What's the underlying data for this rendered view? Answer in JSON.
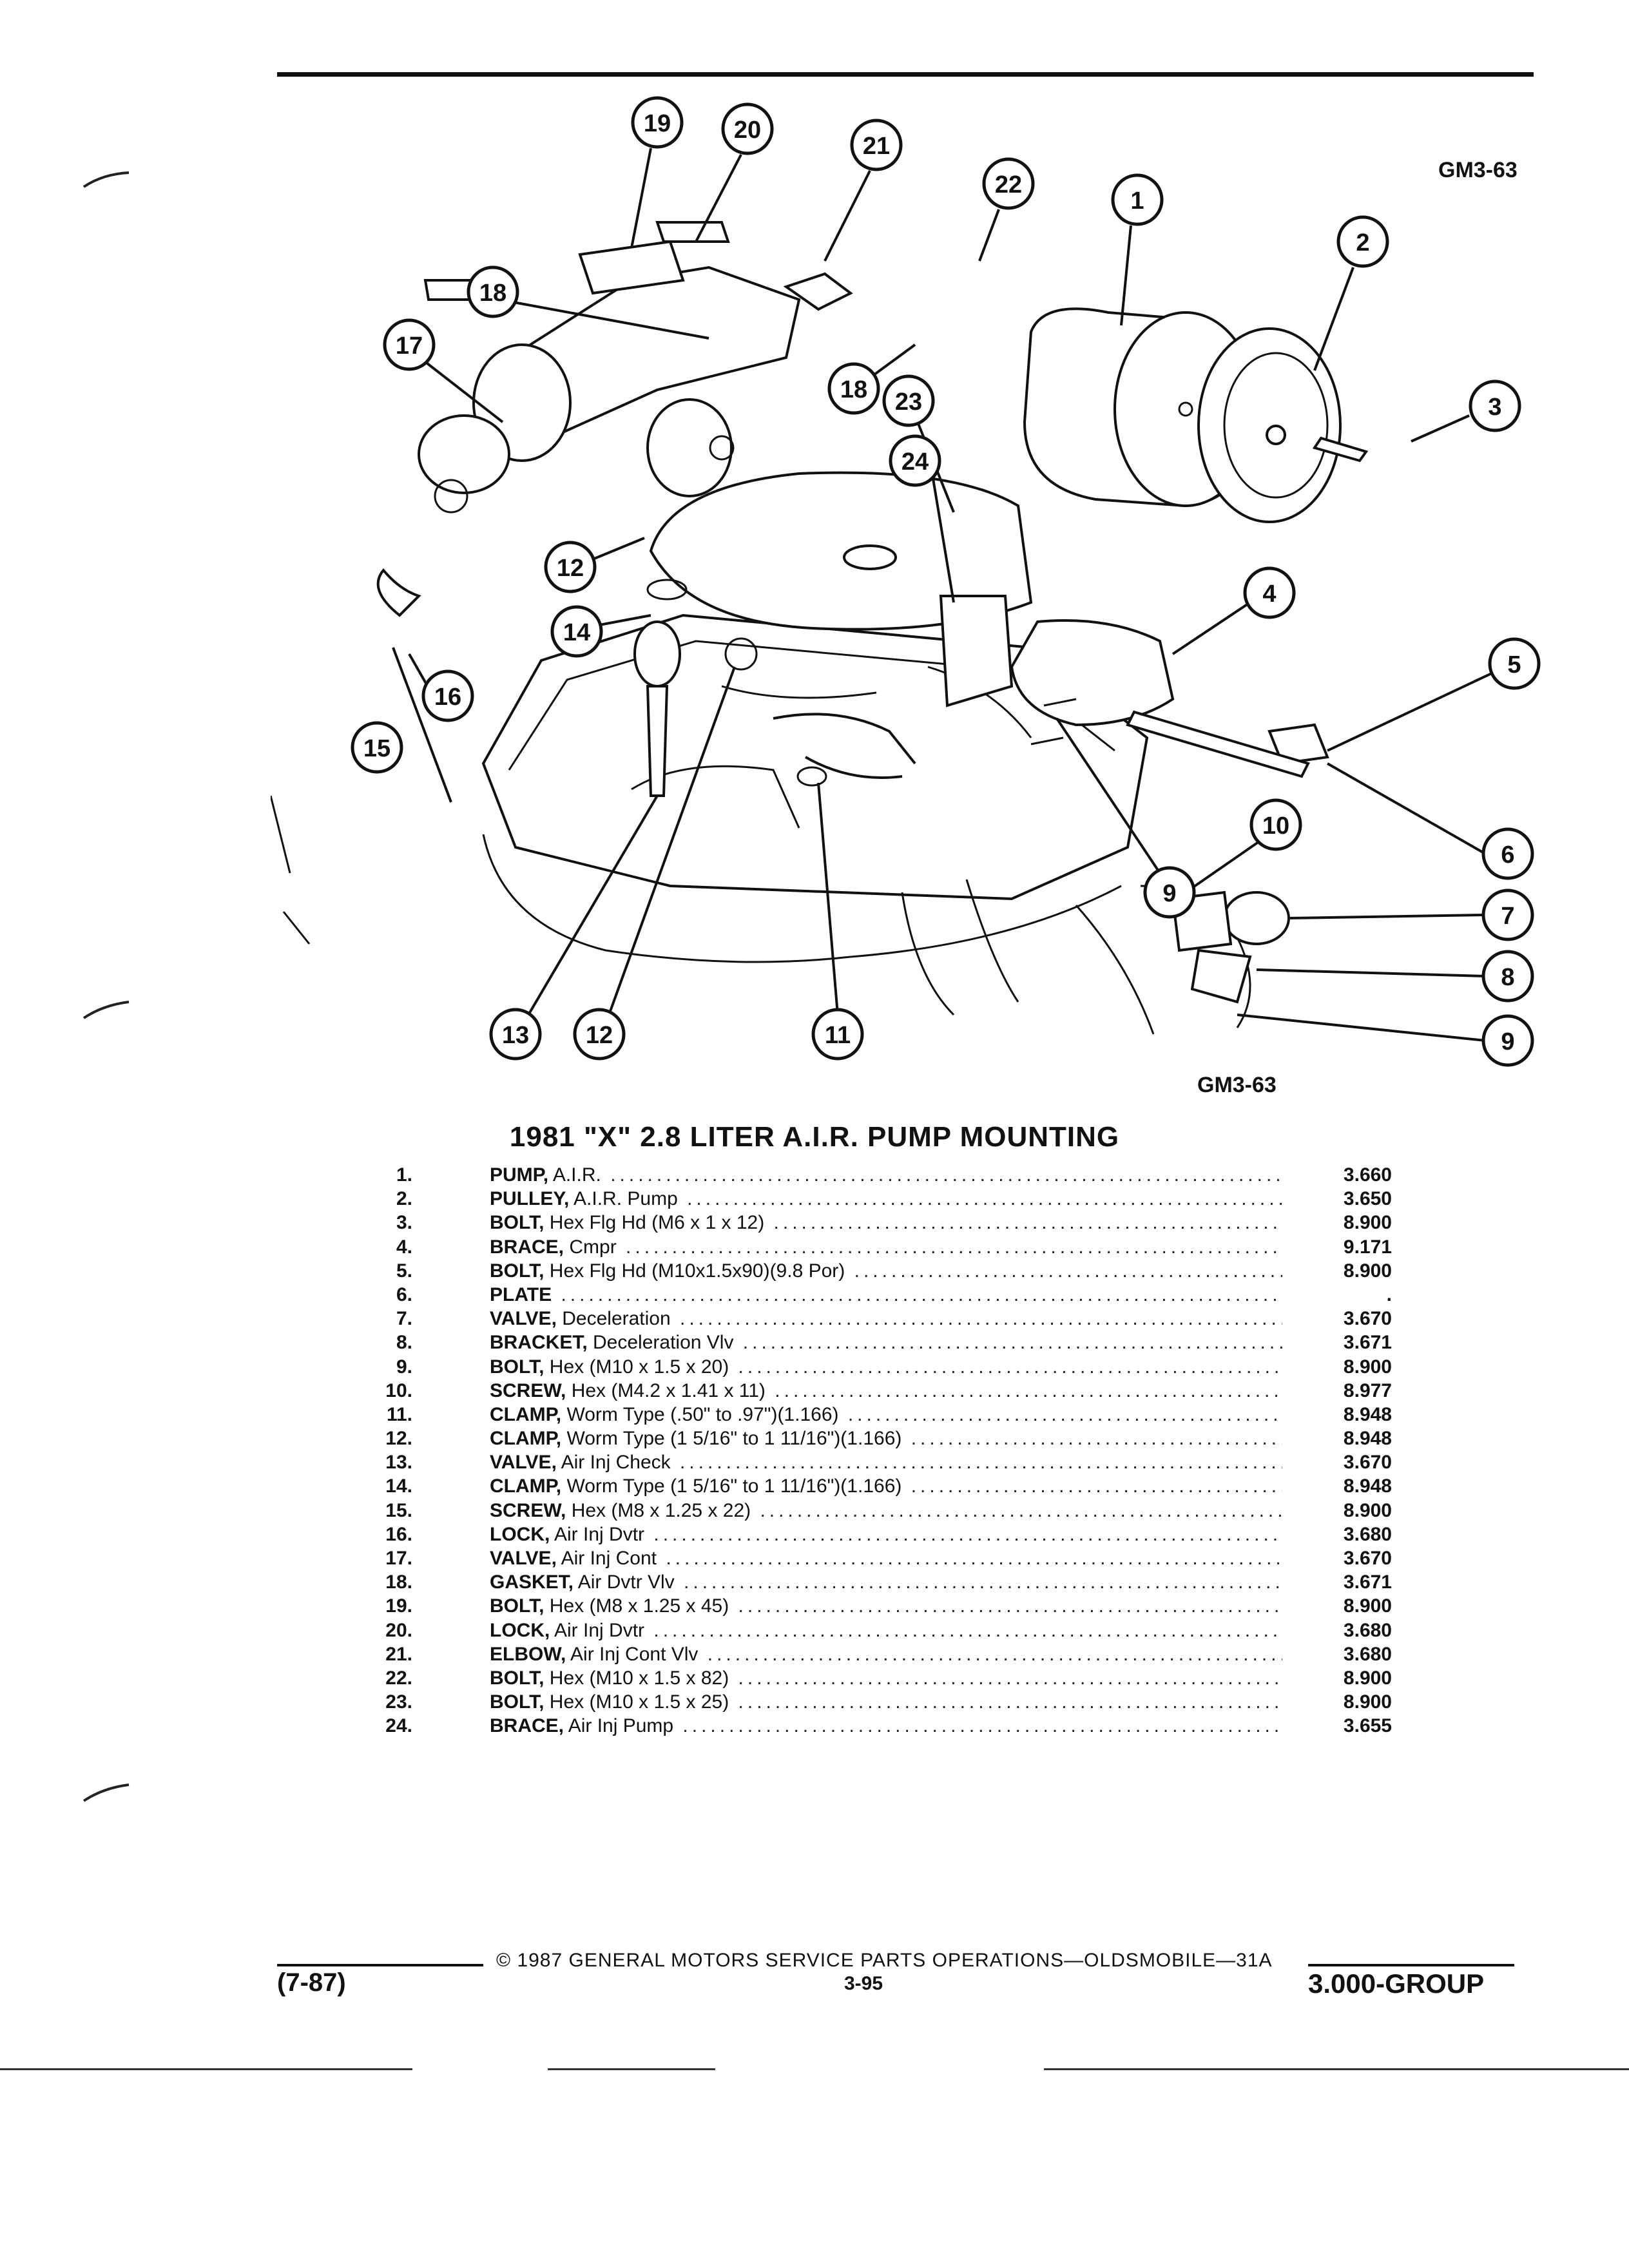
{
  "header": {
    "figure_code_top": "GM3-63",
    "figure_code_bottom": "GM3-63"
  },
  "diagram": {
    "callouts": [
      "19",
      "20",
      "21",
      "22",
      "1",
      "2",
      "18",
      "17",
      "18",
      "23",
      "24",
      "3",
      "12",
      "14",
      "4",
      "5",
      "16",
      "15",
      "6",
      "10",
      "7",
      "8",
      "9",
      "9",
      "13",
      "12",
      "11"
    ]
  },
  "title": "1981 \"X\" 2.8 LITER A.I.R. PUMP MOUNTING",
  "parts": [
    {
      "num": "1.",
      "name": "PUMP,",
      "detail": " A.I.R.",
      "code": "3.660"
    },
    {
      "num": "2.",
      "name": "PULLEY,",
      "detail": " A.I.R. Pump",
      "code": "3.650"
    },
    {
      "num": "3.",
      "name": "BOLT,",
      "detail": " Hex Flg Hd (M6 x 1 x 12)",
      "code": "8.900"
    },
    {
      "num": "4.",
      "name": "BRACE,",
      "detail": " Cmpr",
      "code": "9.171"
    },
    {
      "num": "5.",
      "name": "BOLT,",
      "detail": " Hex Flg Hd (M10x1.5x90)(9.8 Por)",
      "code": "8.900"
    },
    {
      "num": "6.",
      "name": "PLATE",
      "detail": "",
      "code": "."
    },
    {
      "num": "7.",
      "name": "VALVE,",
      "detail": " Deceleration",
      "code": "3.670"
    },
    {
      "num": "8.",
      "name": "BRACKET,",
      "detail": " Deceleration Vlv",
      "code": "3.671"
    },
    {
      "num": "9.",
      "name": "BOLT,",
      "detail": " Hex (M10 x 1.5 x 20)",
      "code": "8.900"
    },
    {
      "num": "10.",
      "name": "SCREW,",
      "detail": " Hex (M4.2 x 1.41 x 11)",
      "code": "8.977"
    },
    {
      "num": "11.",
      "name": "CLAMP,",
      "detail": " Worm Type (.50\" to .97\")(1.166)",
      "code": "8.948"
    },
    {
      "num": "12.",
      "name": "CLAMP,",
      "detail": " Worm Type (1 5/16\" to 1 11/16\")(1.166)",
      "code": "8.948"
    },
    {
      "num": "13.",
      "name": "VALVE,",
      "detail": " Air Inj Check",
      "code": "3.670"
    },
    {
      "num": "14.",
      "name": "CLAMP,",
      "detail": " Worm Type (1 5/16\" to 1 11/16\")(1.166)",
      "code": "8.948"
    },
    {
      "num": "15.",
      "name": "SCREW,",
      "detail": " Hex (M8 x 1.25 x 22)",
      "code": "8.900"
    },
    {
      "num": "16.",
      "name": "LOCK,",
      "detail": " Air Inj Dvtr",
      "code": "3.680"
    },
    {
      "num": "17.",
      "name": "VALVE,",
      "detail": " Air Inj Cont",
      "code": "3.670"
    },
    {
      "num": "18.",
      "name": "GASKET,",
      "detail": " Air Dvtr Vlv",
      "code": "3.671"
    },
    {
      "num": "19.",
      "name": "BOLT,",
      "detail": " Hex (M8 x 1.25 x 45)",
      "code": "8.900"
    },
    {
      "num": "20.",
      "name": "LOCK,",
      "detail": " Air Inj Dvtr",
      "code": "3.680"
    },
    {
      "num": "21.",
      "name": "ELBOW,",
      "detail": " Air Inj Cont Vlv",
      "code": "3.680"
    },
    {
      "num": "22.",
      "name": "BOLT,",
      "detail": " Hex (M10 x 1.5 x 82)",
      "code": "8.900"
    },
    {
      "num": "23.",
      "name": "BOLT,",
      "detail": " Hex (M10 x 1.5 x 25)",
      "code": "8.900"
    },
    {
      "num": "24.",
      "name": "BRACE,",
      "detail": " Air Inj Pump",
      "code": "3.655"
    }
  ],
  "footer": {
    "copyright": "© 1987 GENERAL MOTORS SERVICE PARTS OPERATIONS—OLDSMOBILE—31A",
    "page": "3-95",
    "date": "(7-87)",
    "group": "3.000-GROUP"
  }
}
